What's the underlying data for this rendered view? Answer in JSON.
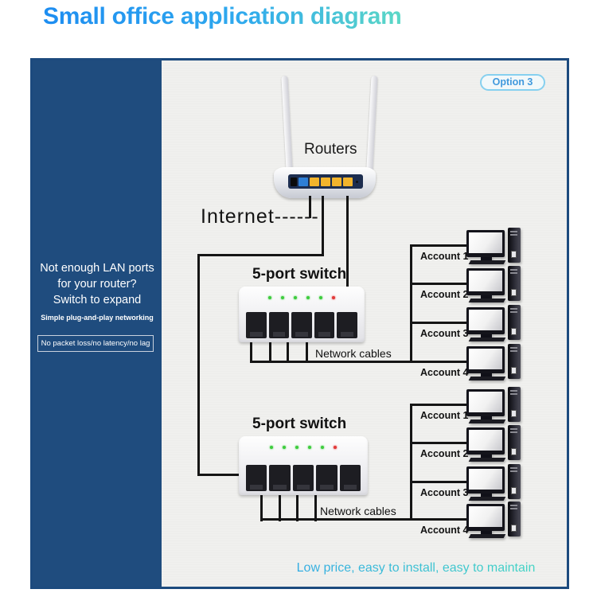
{
  "title": "Small office application diagram",
  "badge": {
    "label": "Option 3"
  },
  "sidebar": {
    "headline": [
      "Not enough LAN ports",
      "for your router?",
      "Switch to expand"
    ],
    "subtext": "Simple plug-and-play networking",
    "note": "No packet loss/no latency/no lag"
  },
  "diagram": {
    "router": {
      "label": "Routers"
    },
    "internet": {
      "label": "Internet------"
    },
    "switches": [
      {
        "label": "5-port switch",
        "cables_label": "Network cables"
      },
      {
        "label": "5-port switch",
        "cables_label": "Network cables"
      }
    ],
    "groups": [
      {
        "accounts": [
          "Account 1",
          "Account 2",
          "Account 3",
          "Account 4"
        ]
      },
      {
        "accounts": [
          "Account 1",
          "Account 2",
          "Account 3",
          "Account 4"
        ]
      }
    ]
  },
  "footer": {
    "label": "Low price, easy to install, easy to maintain"
  },
  "colors": {
    "title_gradient_start": "#1d8df1",
    "title_gradient_end": "#5cd8c6",
    "sidebar_bg": "#1f4c7e",
    "panel_border": "#1c4a7e",
    "panel_bg": "#f0f0ee",
    "wan_port": "#2e7fd6",
    "lan_port": "#f2b42c",
    "led_on": "#3ecc3e",
    "led_alert": "#e23a3a",
    "footer_gradient_start": "#30a8e6",
    "footer_gradient_end": "#45d8c1"
  }
}
